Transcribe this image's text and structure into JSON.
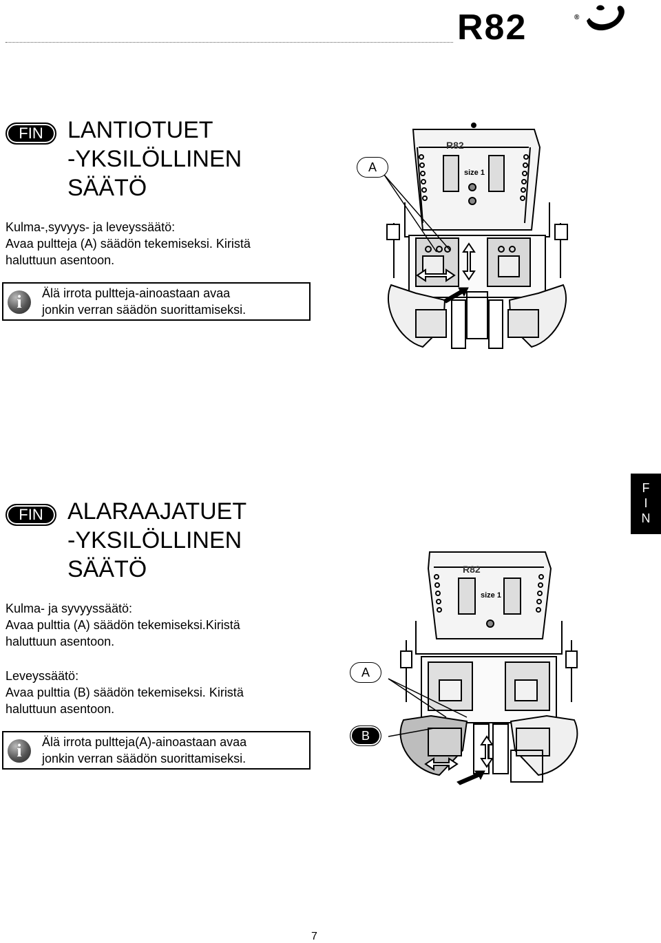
{
  "header": {
    "brand": "R82",
    "registered_mark": "®"
  },
  "sections": [
    {
      "language_badge": "FIN",
      "title_lines": [
        "LANTIOTUET",
        "-YKSILÖLLINEN",
        "SÄÄTÖ"
      ],
      "body_lines": [
        "Kulma-,syvyys- ja leveyssäätö:",
        "Avaa pultteja (A) säädön tekemiseksi. Kiristä",
        "haluttuun asentoon."
      ],
      "info_icon_glyph": "i",
      "info_lines": [
        "Älä irrota pultteja-ainoastaan avaa",
        "jonkin verran säädön suorittamiseksi."
      ],
      "illustration": {
        "callouts": [
          "A"
        ],
        "plate_label": "size 1",
        "plate_brand": "R82"
      }
    },
    {
      "language_badge": "FIN",
      "title_lines": [
        "ALARAAJATUET",
        "-YKSILÖLLINEN",
        "SÄÄTÖ"
      ],
      "body_lines": [
        "Kulma- ja syvyyssäätö:",
        "Avaa pulttia (A) säädön tekemiseksi.Kiristä",
        "haluttuun asentoon."
      ],
      "body2_lines": [
        "Leveyssäätö:",
        "Avaa pulttia (B) säädön tekemiseksi. Kiristä",
        "haluttuun asentoon."
      ],
      "info_icon_glyph": "i",
      "info_lines": [
        "Älä irrota pultteja(A)-ainoastaan avaa",
        "jonkin verran säädön suorittamiseksi."
      ],
      "illustration": {
        "callouts": [
          "A",
          "B"
        ],
        "plate_label": "size 1",
        "plate_brand": "R82"
      }
    }
  ],
  "side_tab": [
    "F",
    "I",
    "N"
  ],
  "page_number": "7"
}
